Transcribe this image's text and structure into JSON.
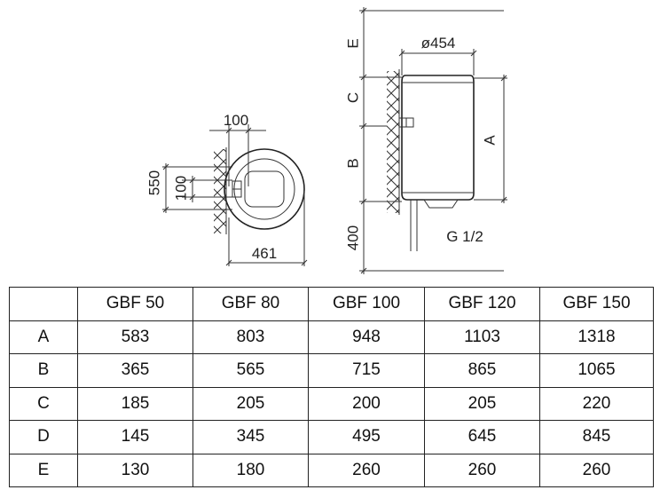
{
  "drawing": {
    "top_view": {
      "dim_top": "100",
      "dim_left_outer": "550",
      "dim_left_inner": "100",
      "dim_bottom": "461"
    },
    "side_view": {
      "label_e": "E",
      "label_c": "C",
      "label_b": "B",
      "label_400": "400",
      "diameter": "ø454",
      "label_a": "A",
      "thread": "G 1/2"
    }
  },
  "table": {
    "columns": [
      "GBF 50",
      "GBF 80",
      "GBF 100",
      "GBF 120",
      "GBF 150"
    ],
    "rows": [
      {
        "label": "A",
        "values": [
          "583",
          "803",
          "948",
          "1103",
          "1318"
        ]
      },
      {
        "label": "B",
        "values": [
          "365",
          "565",
          "715",
          "865",
          "1065"
        ]
      },
      {
        "label": "C",
        "values": [
          "185",
          "205",
          "200",
          "205",
          "220"
        ]
      },
      {
        "label": "D",
        "values": [
          "145",
          "345",
          "495",
          "645",
          "845"
        ]
      },
      {
        "label": "E",
        "values": [
          "130",
          "180",
          "260",
          "260",
          "260"
        ]
      }
    ]
  }
}
